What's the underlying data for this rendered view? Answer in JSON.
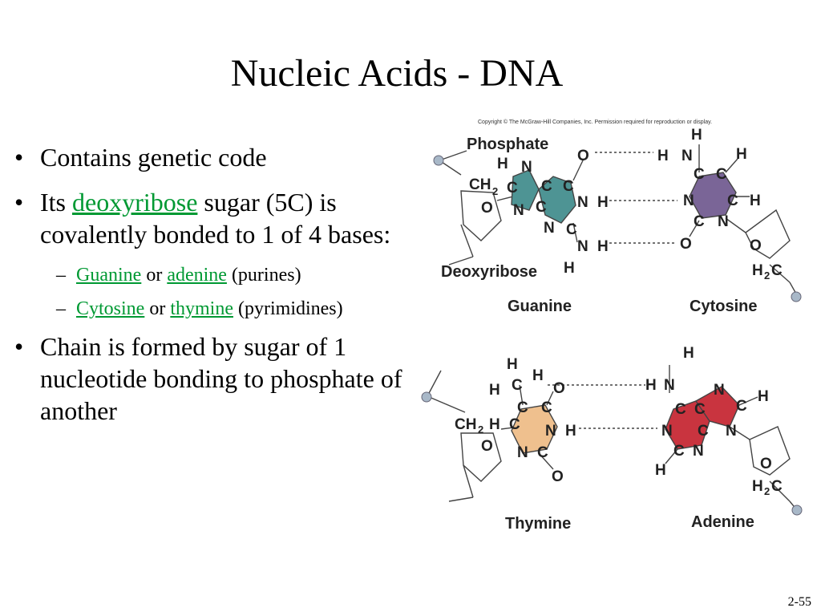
{
  "title": "Nucleic Acids - DNA",
  "bullets": {
    "b1": "Contains genetic code",
    "b2_pre": "Its ",
    "b2_link": "deoxyribose",
    "b2_post": " sugar (5C) is covalently bonded to 1 of 4 bases:",
    "s1_link1": "Guanine",
    "s1_mid": " or ",
    "s1_link2": "adenine",
    "s1_post": " (purines)",
    "s2_link1": "Cytosine",
    "s2_mid": " or ",
    "s2_link2": "thymine",
    "s2_post": " (pyrimidines)",
    "b3": "Chain is formed by sugar of 1 nucleotide bonding to phosphate of another"
  },
  "figure": {
    "copyright": "Copyright © The McGraw-Hill Companies, Inc. Permission required for reproduction or display.",
    "phosphate": "Phosphate",
    "deoxyribose": "Deoxyribose",
    "guanine": "Guanine",
    "cytosine": "Cytosine",
    "thymine": "Thymine",
    "adenine": "Adenine",
    "colors": {
      "guanine": "#4e9494",
      "cytosine": "#7a6597",
      "thymine": "#efc08e",
      "adenine": "#c9343f"
    }
  },
  "page_number": "2-55"
}
